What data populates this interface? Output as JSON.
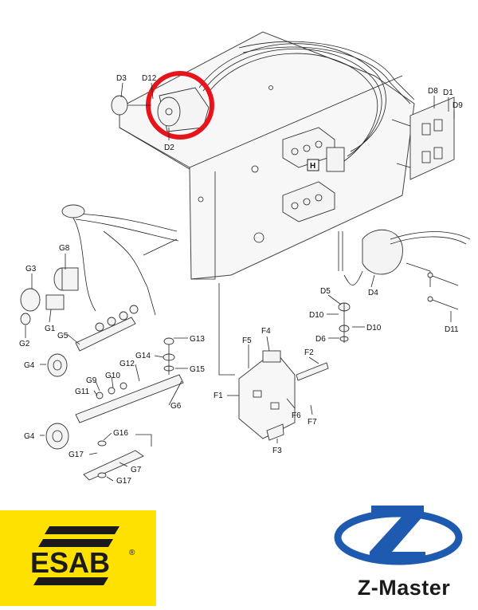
{
  "diagram": {
    "labels": {
      "D3": "D3",
      "D12": "D12",
      "D2": "D2",
      "D8": "D8",
      "D1": "D1",
      "D9": "D9",
      "H": "H",
      "G8": "G8",
      "G3": "G3",
      "G1": "G1",
      "G2": "G2",
      "G5": "G5",
      "G4a": "G4",
      "G13": "G13",
      "G14": "G14",
      "G15": "G15",
      "G12": "G12",
      "G9": "G9",
      "G10": "G10",
      "G11": "G11",
      "G6": "G6",
      "G4b": "G4",
      "G16": "G16",
      "G17a": "G17",
      "G7": "G7",
      "G17b": "G17",
      "F5": "F5",
      "F4": "F4",
      "F2": "F2",
      "F1": "F1",
      "F6": "F6",
      "F7": "F7",
      "F3": "F3",
      "D5": "D5",
      "D4": "D4",
      "D10a": "D10",
      "D10b": "D10",
      "D6": "D6",
      "D11": "D11"
    },
    "highlight_color": "#e8141c"
  },
  "logos": {
    "esab": {
      "text": "ESAB",
      "reg": "®",
      "bg_color": "#ffe100",
      "text_color": "#1b1b1b"
    },
    "zmaster": {
      "text": "Z-Master",
      "mark_color": "#1e5bb0"
    }
  }
}
